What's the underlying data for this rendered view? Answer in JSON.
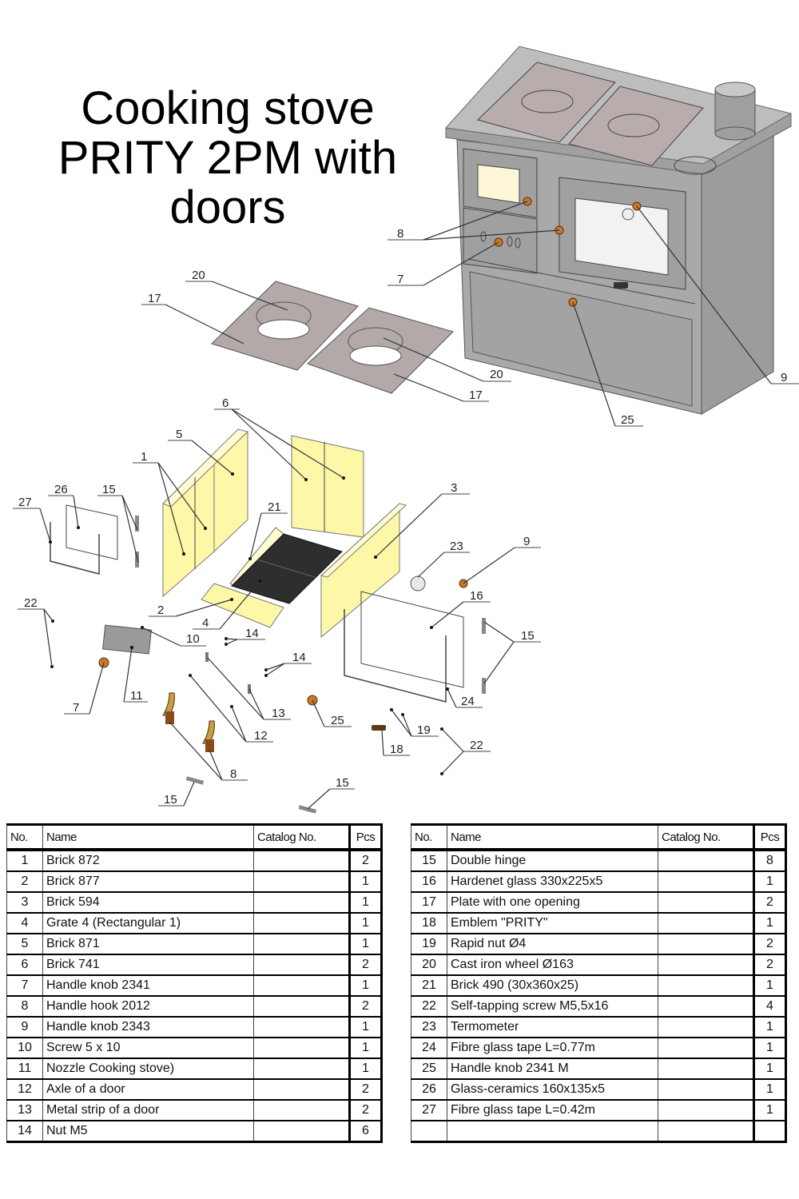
{
  "title": {
    "line1": "Cooking stove",
    "line2": "PRITY 2PM with",
    "line3": "doors"
  },
  "colors": {
    "brick": "#fdf8a8",
    "steel": "#a6a6a6",
    "plate": "#b0a6a6",
    "brass": "#c8782a",
    "grate": "#2e2e2e"
  },
  "callouts": {
    "c1": "1",
    "c2": "2",
    "c3": "3",
    "c4": "4",
    "c5": "5",
    "c6": "6",
    "c7a": "7",
    "c7b": "7",
    "c8a": "8",
    "c8b": "8",
    "c9a": "9",
    "c9b": "9",
    "c10": "10",
    "c11": "11",
    "c12": "12",
    "c13": "13",
    "c14a": "14",
    "c14b": "14",
    "c15a": "15",
    "c15b": "15",
    "c15c": "15",
    "c15d": "15",
    "c16": "16",
    "c17a": "17",
    "c17b": "17",
    "c18": "18",
    "c19": "19",
    "c20a": "20",
    "c20b": "20",
    "c21": "21",
    "c22a": "22",
    "c22b": "22",
    "c23": "23",
    "c24": "24",
    "c25a": "25",
    "c25b": "25",
    "c26": "26",
    "c27": "27"
  },
  "table_headers": {
    "no": "No.",
    "name": "Name",
    "catalog": "Catalog No.",
    "pcs": "Pcs"
  },
  "parts_left": [
    {
      "no": "1",
      "name": "Brick 872",
      "catalog": "",
      "pcs": "2"
    },
    {
      "no": "2",
      "name": "Brick 877",
      "catalog": "",
      "pcs": "1"
    },
    {
      "no": "3",
      "name": "Brick 594",
      "catalog": "",
      "pcs": "1"
    },
    {
      "no": "4",
      "name": "Grate 4 (Rectangular 1)",
      "catalog": "",
      "pcs": "1"
    },
    {
      "no": "5",
      "name": "Brick 871",
      "catalog": "",
      "pcs": "1"
    },
    {
      "no": "6",
      "name": "Brick 741",
      "catalog": "",
      "pcs": "2"
    },
    {
      "no": "7",
      "name": "Handle knob 2341",
      "catalog": "",
      "pcs": "1"
    },
    {
      "no": "8",
      "name": "Handle hook 2012",
      "catalog": "",
      "pcs": "2"
    },
    {
      "no": "9",
      "name": "Handle knob 2343",
      "catalog": "",
      "pcs": "1"
    },
    {
      "no": "10",
      "name": "Screw 5 x 10",
      "catalog": "",
      "pcs": "1"
    },
    {
      "no": "11",
      "name": "Nozzle Cooking stove)",
      "catalog": "",
      "pcs": "1"
    },
    {
      "no": "12",
      "name": "Axle of a door",
      "catalog": "",
      "pcs": "2"
    },
    {
      "no": "13",
      "name": "Metal strip of a door",
      "catalog": "",
      "pcs": "2"
    },
    {
      "no": "14",
      "name": "Nut M5",
      "catalog": "",
      "pcs": "6"
    }
  ],
  "parts_right": [
    {
      "no": "15",
      "name": "Double hinge",
      "catalog": "",
      "pcs": "8"
    },
    {
      "no": "16",
      "name": "Hardenet glass 330x225x5",
      "catalog": "",
      "pcs": "1"
    },
    {
      "no": "17",
      "name": "Plate with one opening",
      "catalog": "",
      "pcs": "2"
    },
    {
      "no": "18",
      "name": "Emblem \"PRITY\"",
      "catalog": "",
      "pcs": "1"
    },
    {
      "no": "19",
      "name": "Rapid nut Ø4",
      "catalog": "",
      "pcs": "2"
    },
    {
      "no": "20",
      "name": "Cast iron wheel Ø163",
      "catalog": "",
      "pcs": "2"
    },
    {
      "no": "21",
      "name": "Brick 490 (30x360x25)",
      "catalog": "",
      "pcs": "1"
    },
    {
      "no": "22",
      "name": "Self-tapping screw M5,5x16",
      "catalog": "",
      "pcs": "4"
    },
    {
      "no": "23",
      "name": "Termometer",
      "catalog": "",
      "pcs": "1"
    },
    {
      "no": "24",
      "name": "Fibre glass tape L=0.77m",
      "catalog": "",
      "pcs": "1"
    },
    {
      "no": "25",
      "name": "Handle knob 2341 M",
      "catalog": "",
      "pcs": "1"
    },
    {
      "no": "26",
      "name": "Glass-ceramics 160x135x5",
      "catalog": "",
      "pcs": "1"
    },
    {
      "no": "27",
      "name": "Fibre glass tape L=0.42m",
      "catalog": "",
      "pcs": "1"
    },
    {
      "no": "",
      "name": "",
      "catalog": "",
      "pcs": ""
    }
  ]
}
